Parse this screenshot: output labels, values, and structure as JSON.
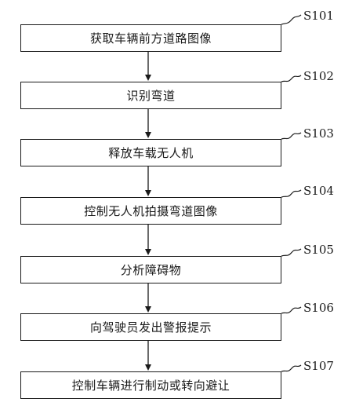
{
  "steps": [
    {
      "id": "S101",
      "text": "获取车辆前方道路图像"
    },
    {
      "id": "S102",
      "text": "识别弯道"
    },
    {
      "id": "S103",
      "text": "释放车载无人机"
    },
    {
      "id": "S104",
      "text": "控制无人机拍摄弯道图像"
    },
    {
      "id": "S105",
      "text": "分析障碍物"
    },
    {
      "id": "S106",
      "text": "向驾驶员发出警报提示"
    },
    {
      "id": "S107",
      "text": "控制车辆进行制动或转向避让"
    }
  ],
  "colors": {
    "line": "#1a1a1a",
    "background": "#ffffff"
  }
}
